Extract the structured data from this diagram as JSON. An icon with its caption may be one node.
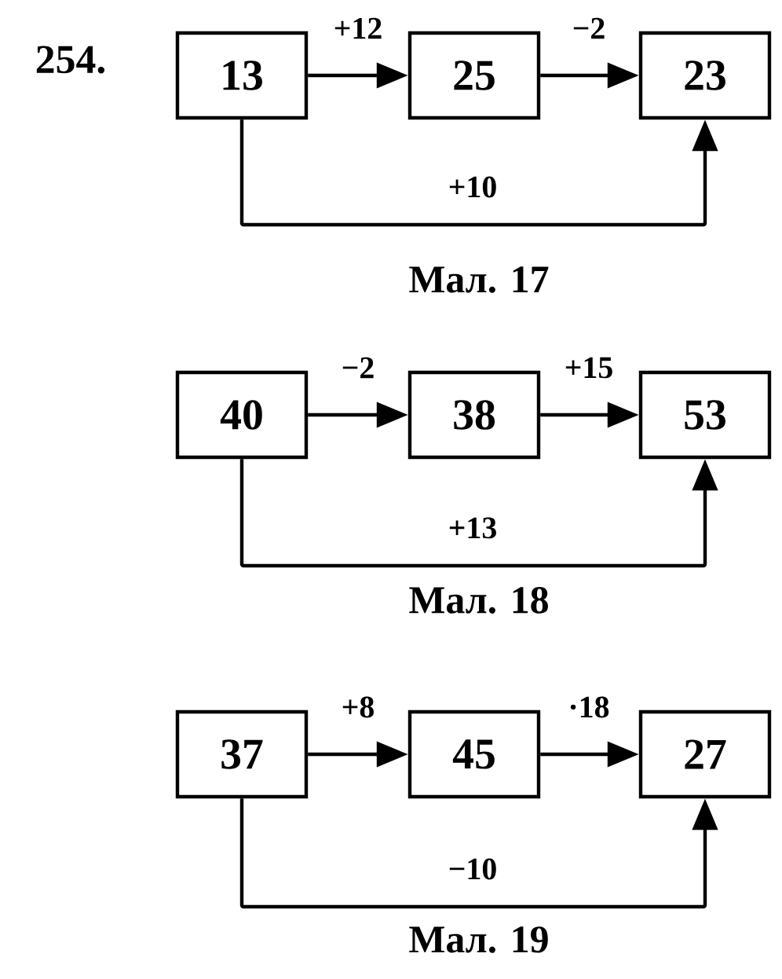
{
  "diagram": {
    "title": "254.",
    "nodes": [
      {
        "text": [
          "13"
        ]
      },
      {
        "text": [
          "25"
        ]
      },
      {
        "text": [
          "23"
        ]
      },
      {
        "text": [
          "40"
        ]
      },
      {
        "text": [
          "38"
        ]
      },
      {
        "text": [
          "53"
        ]
      },
      {
        "text": [
          "37"
        ]
      },
      {
        "text": [
          "45"
        ]
      },
      {
        "text": [
          "27"
        ]
      }
    ],
    "edges": [
      {
        "from": 0,
        "to": 1,
        "arrow": "to",
        "label": "+12"
      },
      {
        "from": 1,
        "to": 2,
        "arrow": "to",
        "label": "−2"
      },
      {
        "from": 0,
        "to": 2,
        "arrow": "to",
        "label": "+10"
      },
      {
        "from": 3,
        "to": 4,
        "arrow": "to",
        "label": "−2"
      },
      {
        "from": 4,
        "to": 5,
        "arrow": "to",
        "label": "+15"
      },
      {
        "from": 3,
        "to": 5,
        "arrow": "to",
        "label": "+13"
      },
      {
        "from": 6,
        "to": 7,
        "arrow": "to",
        "label": "+8"
      },
      {
        "from": 7,
        "to": 8,
        "arrow": "to",
        "label": "·18"
      },
      {
        "from": 6,
        "to": 8,
        "arrow": "to",
        "label": "−10"
      }
    ],
    "labels": [
      "Мал. 17",
      "Мал. 18",
      "Мал. 19"
    ]
  }
}
